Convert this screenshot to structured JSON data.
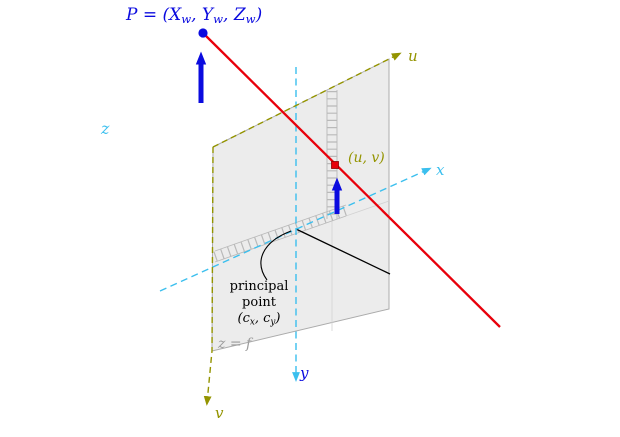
{
  "colors": {
    "background": "#ffffff",
    "blue": "#0b0bdf",
    "cyan": "#3bbfee",
    "olive": "#949400",
    "red": "#e8000b",
    "red_dark": "#8c0000",
    "black": "#000000",
    "plane_fill": "#ececec",
    "plane_border": "#ababab",
    "grid": "#b9b9b9",
    "faint": "#d2d2d2",
    "gray_text": "#9c9c9c"
  },
  "labels": {
    "world_point": {
      "base1": "P = (X",
      "sub1": "w",
      "base2": ", Y",
      "sub2": "w",
      "base3": ", Z",
      "sub3": "w",
      "base4": ")"
    },
    "z_axis": "z",
    "u_axis": "u",
    "v_axis": "v",
    "x_axis": "x",
    "y_axis": "y",
    "uv_point": "(u, v)",
    "focal_plane": "z = f",
    "principal": {
      "line1": "principal",
      "line2": "point",
      "open": "(c",
      "sub_x": "x",
      "mid": ", c",
      "sub_y": "y",
      "close": ")"
    }
  }
}
